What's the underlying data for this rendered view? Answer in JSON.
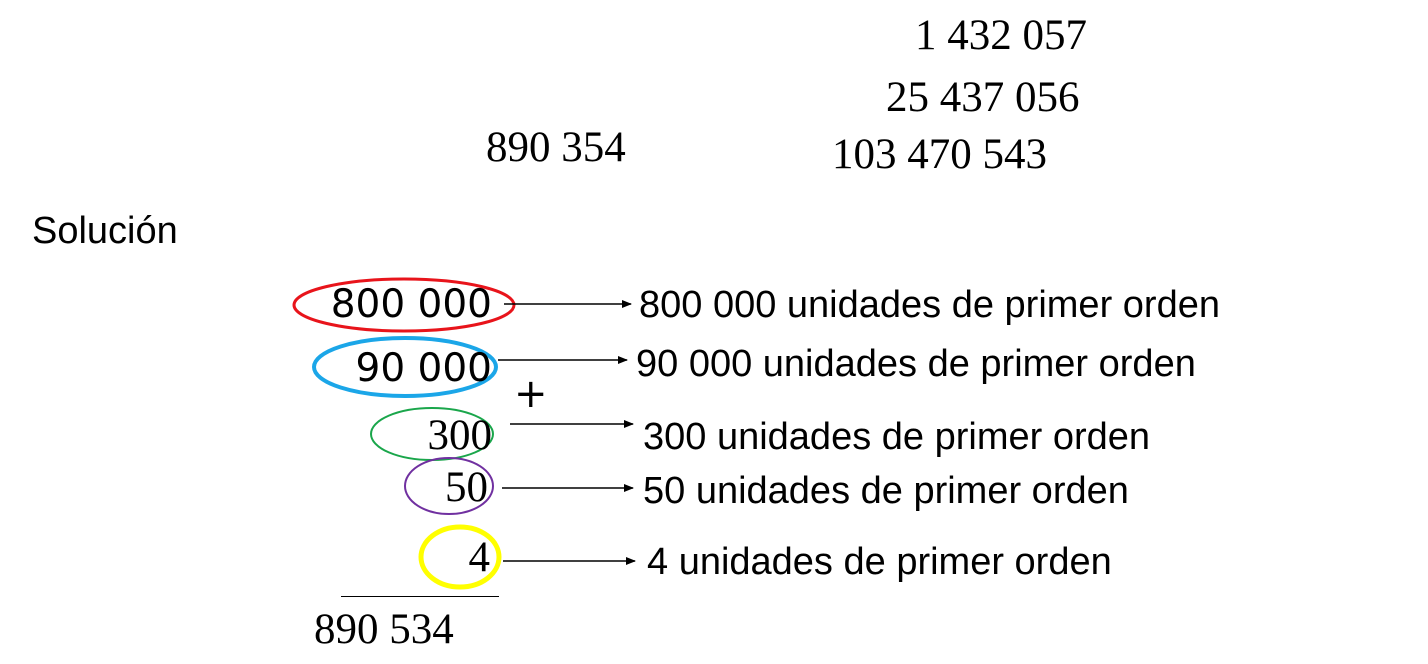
{
  "problem_numbers": {
    "n1": "1 432 057",
    "n2": "25 437 056",
    "n3": "890 354",
    "n4": "103 470 543"
  },
  "solution": {
    "heading": "Solución",
    "operator": "+",
    "terms": [
      {
        "value": "800 000",
        "label": "800 000 unidades de primer orden",
        "circle_color": "#e8141b"
      },
      {
        "value": "90 000",
        "label": "90 000 unidades de primer orden",
        "circle_color": "#1ba6e8"
      },
      {
        "value": "300",
        "label": "300 unidades de primer orden",
        "circle_color": "#1aa64b"
      },
      {
        "value": "50",
        "label": "50 unidades de primer orden",
        "circle_color": "#7030a0"
      },
      {
        "value": "4",
        "label": "4 unidades de primer orden",
        "circle_color": "#ffff00"
      }
    ],
    "total": "890 534"
  }
}
